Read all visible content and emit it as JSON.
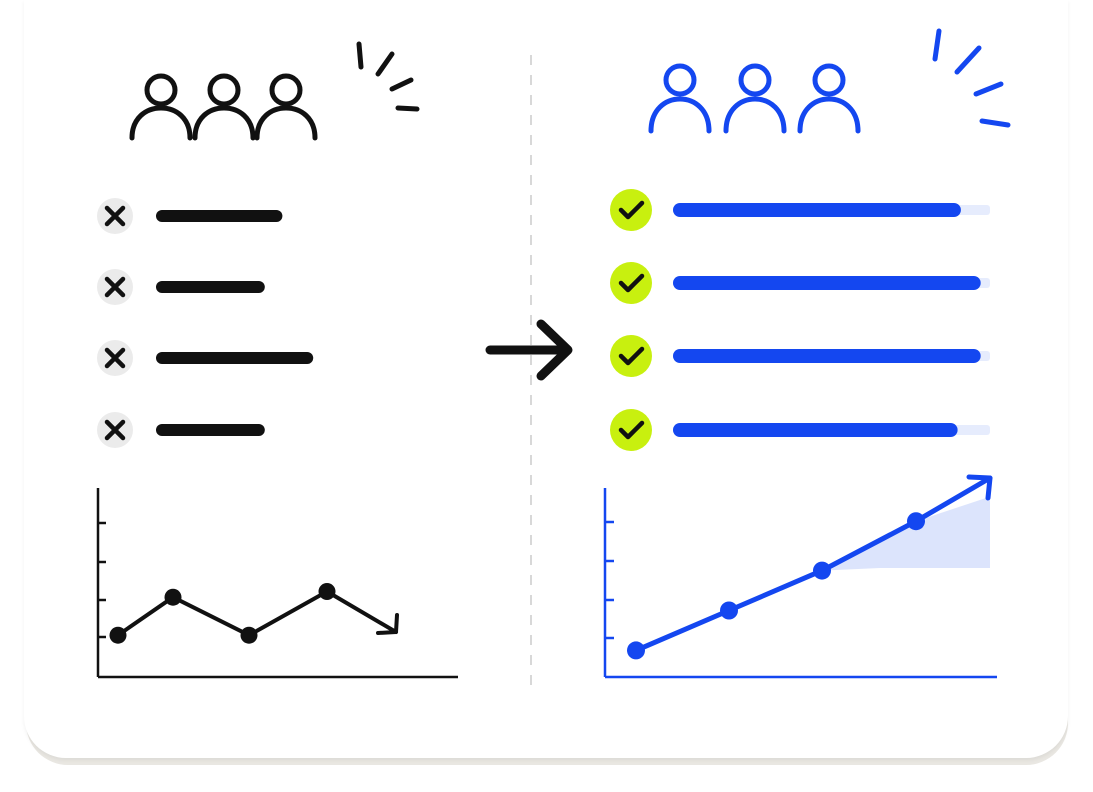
{
  "colors": {
    "before_stroke": "#111111",
    "after_stroke": "#1447f0",
    "after_fill": "#d6dffb",
    "check_fill": "#c8f00f",
    "x_fill": "#e3e3e3",
    "divider": "#d8d8d8"
  },
  "icons": {
    "before_people": "three-people-outline-icon",
    "after_people": "three-people-outline-icon",
    "burst": "emphasis-burst-icon",
    "x": "x-mark-icon",
    "check": "check-mark-icon",
    "transition": "arrow-right-icon"
  },
  "before": {
    "items": [
      {
        "status": "x",
        "fraction": 0.26
      },
      {
        "status": "x",
        "fraction": 0.22
      },
      {
        "status": "x",
        "fraction": 0.33
      },
      {
        "status": "x",
        "fraction": 0.22
      }
    ],
    "chart_trend": "down",
    "chart_points": [
      0.22,
      0.42,
      0.22,
      0.45
    ]
  },
  "after": {
    "items": [
      {
        "status": "check",
        "fraction": 0.83
      },
      {
        "status": "check",
        "fraction": 0.89
      },
      {
        "status": "check",
        "fraction": 0.89
      },
      {
        "status": "check",
        "fraction": 0.82
      }
    ],
    "chart_trend": "up",
    "chart_points": [
      0.14,
      0.35,
      0.56,
      0.82
    ]
  }
}
